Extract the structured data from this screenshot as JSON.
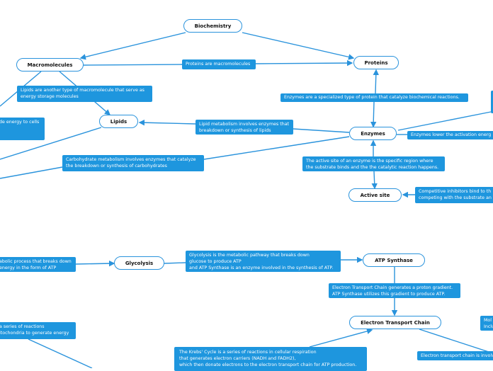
{
  "colors": {
    "accent": "#1e96de",
    "line": "#2a93dc",
    "node_border": "#2a93dc"
  },
  "nodes": {
    "biochemistry": "Biochemistry",
    "macromolecules": "Macromolecules",
    "proteins": "Proteins",
    "lipids": "Lipids",
    "enzymes": "Enzymes",
    "active_site": "Active site",
    "glycolysis": "Glycolysis",
    "atp_synthase": "ATP Synthase",
    "etc": "Electron Transport Chain"
  },
  "labels": {
    "proteins_macro": "Proteins are macromolecules",
    "lipids_macro": "Lipids are another type of macromolecule that serve as\nenergy storage molecules",
    "energy_cells": "de energy to cells",
    "lipid_metabolism": "Lipid metabolism involves enzymes that\nbreakdown or synthesis of lipids",
    "carb_metabolism": "Carbohydrate metabolism involves enzymes that catalyze\nthe breakdown or synthesis of carbohydrates",
    "enzymes_protein": "Enzymes are a specialized type of protein that catalyze biochemical reactions.",
    "enzymes_lower": "Enzymes lower the activation energ",
    "active_site_def": "The active site of an enzyme is the specific region where\nthe substrate binds and the the catalytic reaction happens.",
    "competitive": "Competitive inhibitors bind to th\ncompeting with the substrate an",
    "metabolic_process": "abolic process that breaks down\nenergy in the form of ATP",
    "glycolysis_def": "Glycolysis is the metabolic pathway that breaks down\nglucose to produce ATP\nand ATP Synthase is an enzyme involved in the synthesis of ATP.",
    "etc_gradient": "Electron Transport Chain generates a proton gradient.\nATP Synthase utilizes this gradient to produce ATP.",
    "series_reactions": "a series of reactions\nitochondria to generate energy",
    "krebs": "The Krebs' Cycle is a series of reactions in cellular respiration\nthat generates electron carriers (NADH and FADH2),\nwhich then donate electrons to the electron transport chain for ATP production.",
    "mol_inclu": "Mol\nInclu",
    "etc_involved": "Electron transport chain is involv"
  }
}
